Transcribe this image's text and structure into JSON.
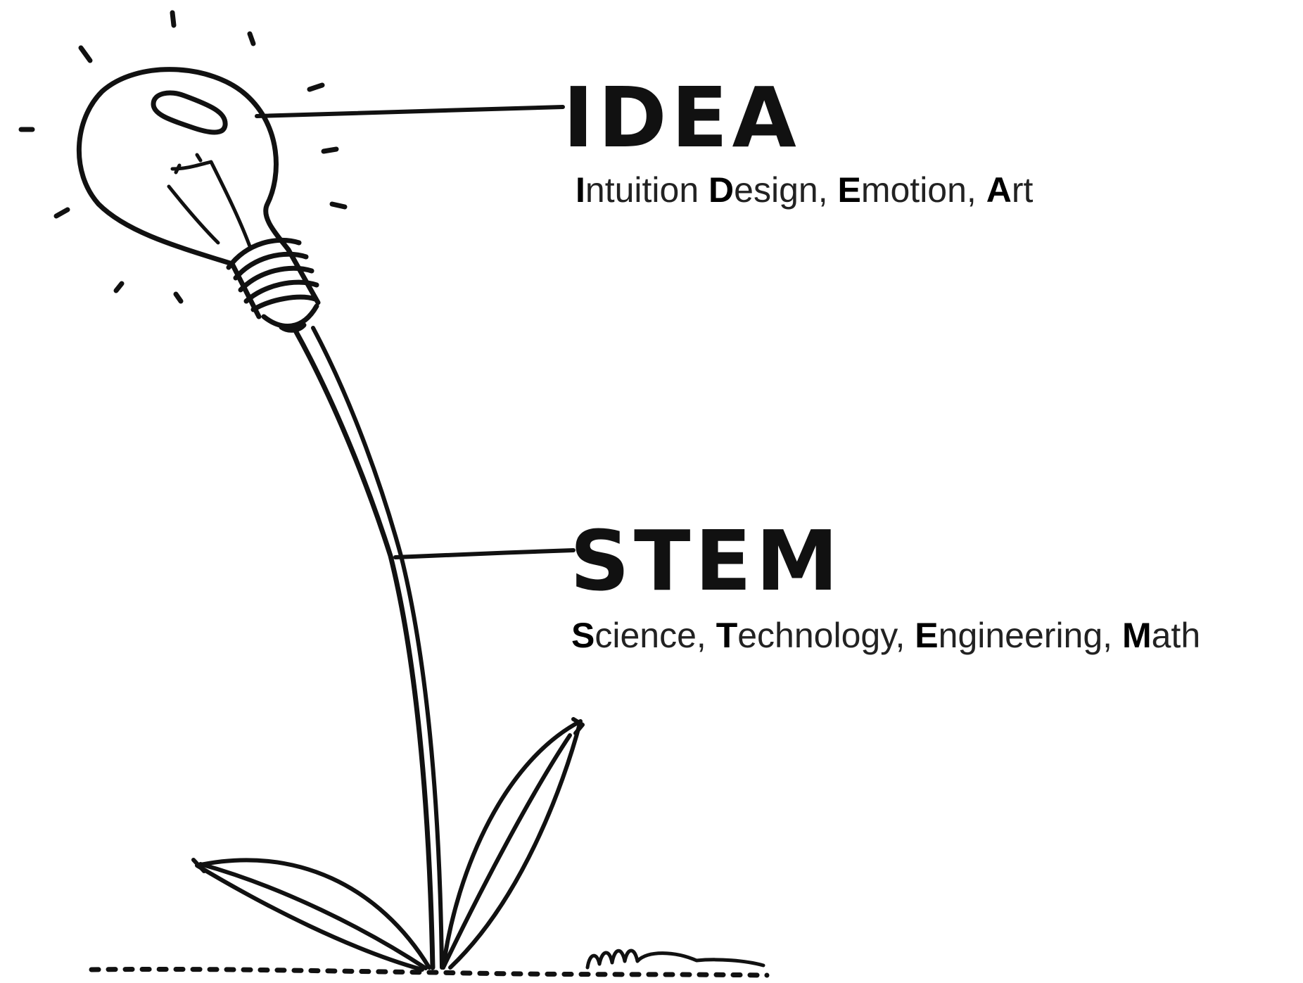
{
  "idea": {
    "title": "IDEA",
    "words": [
      {
        "initial": "I",
        "rest": "ntuition"
      },
      {
        "initial": "D",
        "rest": "esign"
      },
      {
        "initial": "E",
        "rest": "motion"
      },
      {
        "initial": "A",
        "rest": "rt"
      }
    ],
    "separators": [
      " ",
      ", ",
      ", "
    ]
  },
  "stem": {
    "title": "STEM",
    "words": [
      {
        "initial": "S",
        "rest": "cience"
      },
      {
        "initial": "T",
        "rest": "echnology"
      },
      {
        "initial": "E",
        "rest": "ngineering"
      },
      {
        "initial": "M",
        "rest": "ath"
      }
    ],
    "separators": [
      ", ",
      ", ",
      ", "
    ]
  },
  "colors": {
    "ink": "#111111",
    "background": "#ffffff"
  }
}
